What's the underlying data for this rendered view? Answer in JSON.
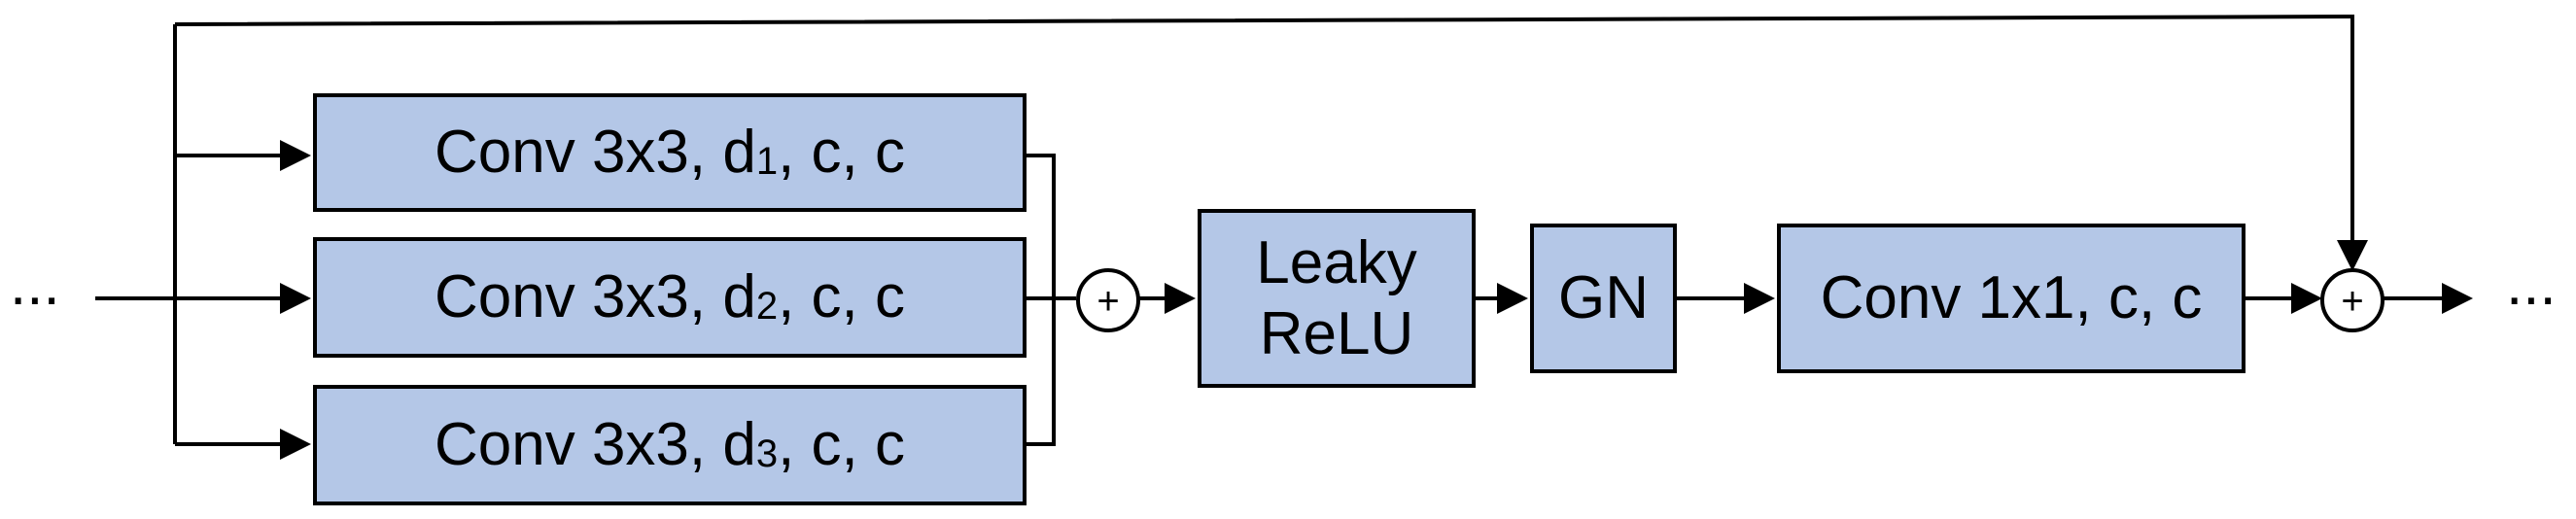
{
  "left_ellipsis": "...",
  "right_ellipsis": "...",
  "boxes": {
    "conv_d1": {
      "prefix": "Conv 3x3, d",
      "sub": "1",
      "suffix": ", c, c"
    },
    "conv_d2": {
      "prefix": "Conv 3x3, d",
      "sub": "2",
      "suffix": ", c, c"
    },
    "conv_d3": {
      "prefix": "Conv 3x3, d",
      "sub": "3",
      "suffix": ", c, c"
    },
    "leaky_relu": {
      "line1": "Leaky",
      "line2": "ReLU"
    },
    "gn": {
      "label": "GN"
    },
    "conv_1x1": {
      "label": "Conv 1x1, c, c"
    }
  },
  "adders": {
    "sum_symbol": "+"
  },
  "colors": {
    "box_fill": "#b4c7e7",
    "stroke": "#000000"
  }
}
